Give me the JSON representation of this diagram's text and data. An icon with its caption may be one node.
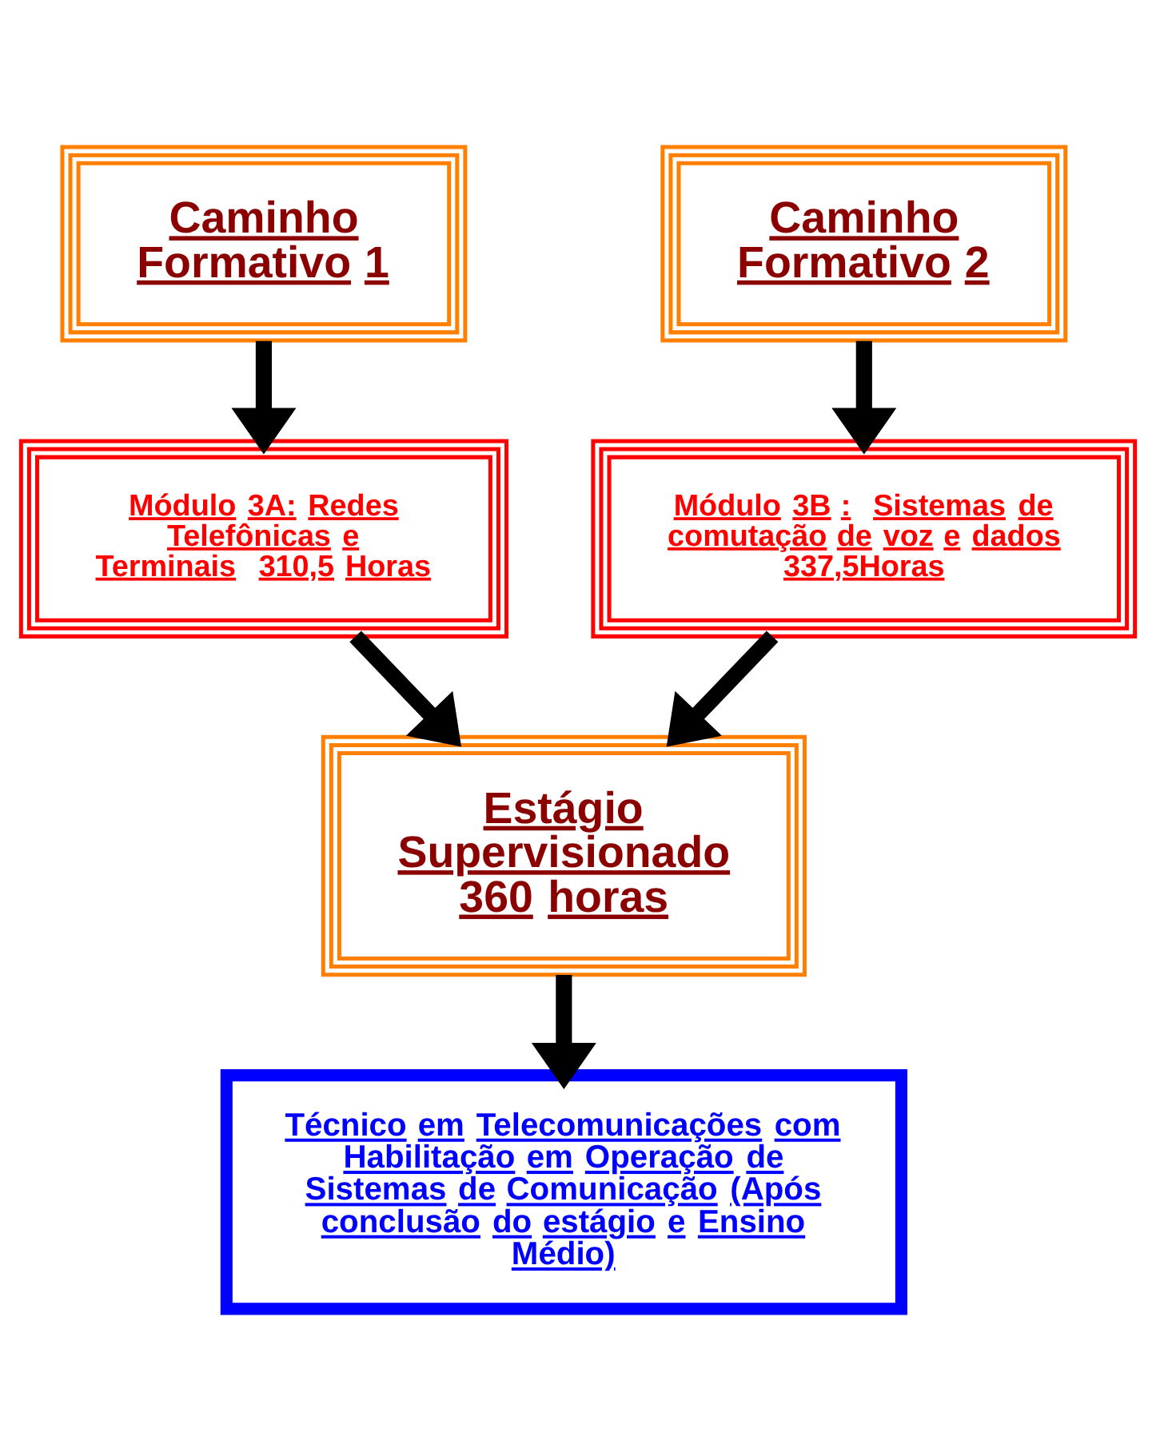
{
  "diagram": {
    "nodes": [
      {
        "text": [
          "Caminho Formativo 1"
        ]
      },
      {
        "text": [
          "Caminho Formativo 2"
        ]
      },
      {
        "text": [
          "Módulo 3A: Redes Telefônicas e Terminais  310,5 Horas"
        ]
      },
      {
        "text": [
          "Módulo 3B :  Sistemas de comutação de voz e dados  337,5Horas"
        ]
      },
      {
        "text": [
          "Estágio Supervisionado 360 horas"
        ]
      },
      {
        "text": [
          "Técnico em Telecomunicações com Habilitação em Operação de Sistemas de Comunicação (Após conclusão do estágio e Ensino Médio)"
        ]
      }
    ],
    "edges": [
      {
        "from": 0,
        "to": 2,
        "arrow": "to"
      },
      {
        "from": 1,
        "to": 3,
        "arrow": "to"
      },
      {
        "from": 2,
        "to": 4,
        "arrow": "to"
      },
      {
        "from": 3,
        "to": 4,
        "arrow": "to"
      },
      {
        "from": 4,
        "to": 5,
        "arrow": "to"
      }
    ]
  }
}
